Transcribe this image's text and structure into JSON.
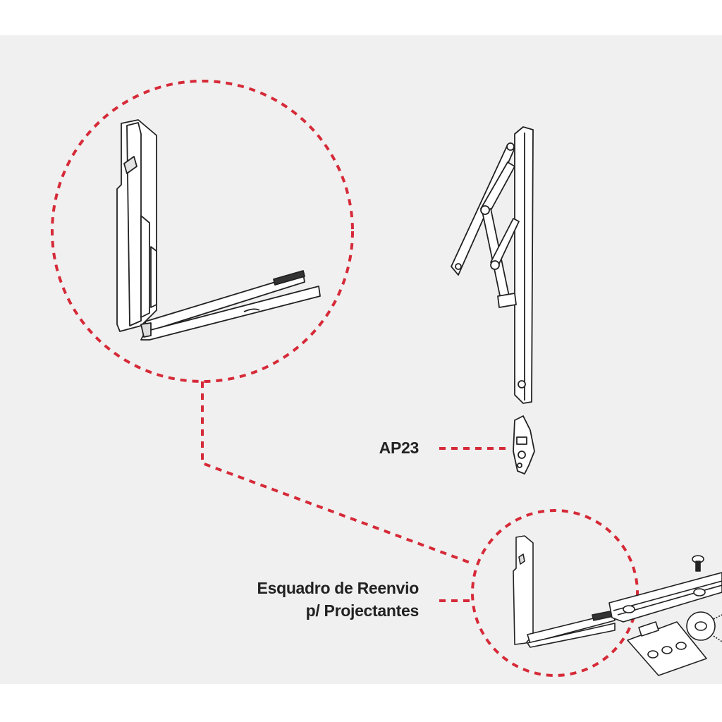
{
  "labels": {
    "ap23": "AP23",
    "esquadro_line1": "Esquadro de Reenvio",
    "esquadro_line2": "p/ Projectantes"
  },
  "colors": {
    "accent": "#d62a38",
    "background": "#f0f0f0",
    "text": "#222222"
  }
}
